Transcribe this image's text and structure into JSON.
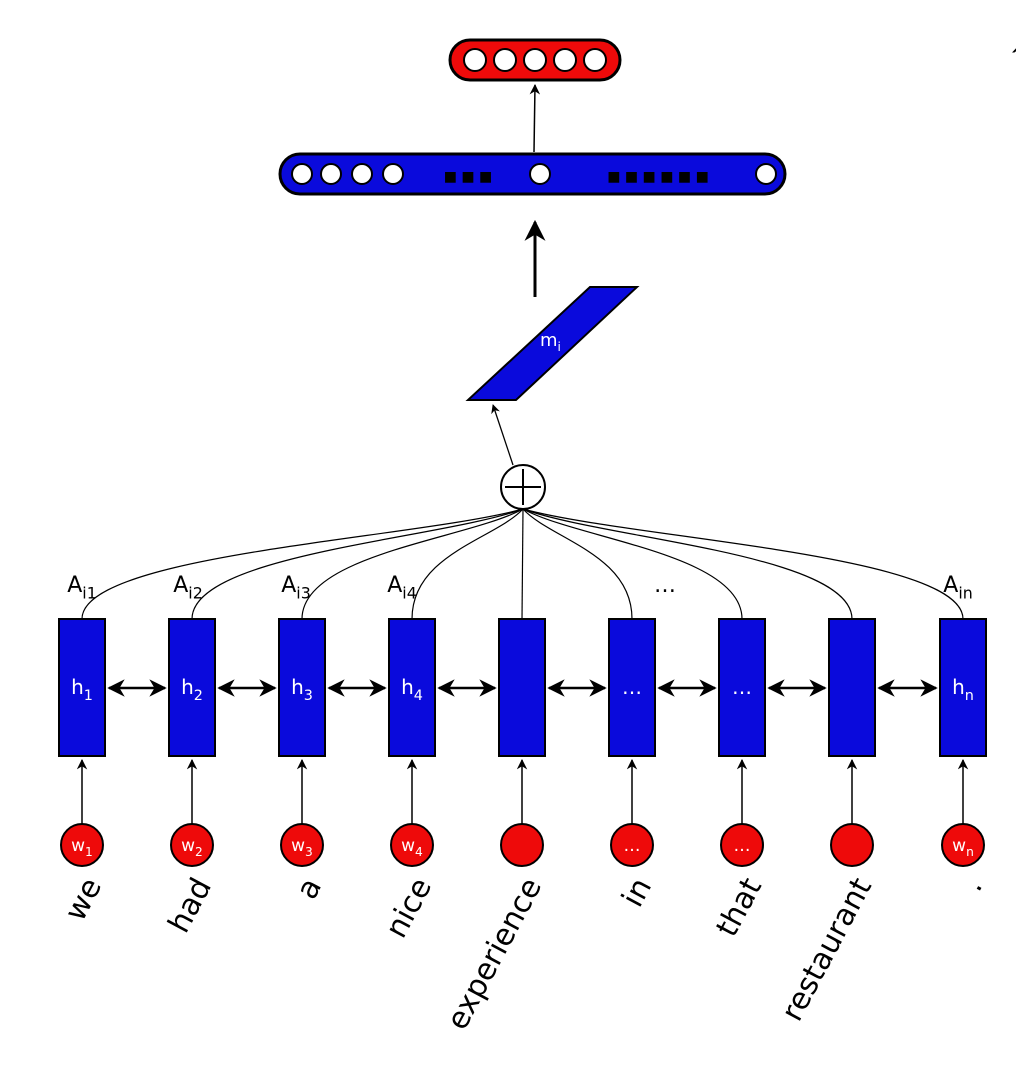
{
  "colors": {
    "hidden_fill": "#0a0adc",
    "word_fill": "#ee0a0a",
    "output_fill": "#ee0a0a",
    "stroke": "#000000",
    "node_fill": "#ffffff",
    "text_light": "#ffffff",
    "text_dark": "#000000"
  },
  "tokens": [
    "we",
    "had",
    "a",
    "nice",
    "experience",
    "in",
    "that",
    "restaurant",
    "."
  ],
  "hidden_states": [
    {
      "base": "h",
      "sub": "1"
    },
    {
      "base": "h",
      "sub": "2"
    },
    {
      "base": "h",
      "sub": "3"
    },
    {
      "base": "h",
      "sub": "4"
    },
    {
      "base": "",
      "sub": ""
    },
    {
      "base": "…",
      "sub": ""
    },
    {
      "base": "…",
      "sub": ""
    },
    {
      "base": "",
      "sub": ""
    },
    {
      "base": "h",
      "sub": "n"
    }
  ],
  "word_nodes": [
    {
      "base": "w",
      "sub": "1"
    },
    {
      "base": "w",
      "sub": "2"
    },
    {
      "base": "w",
      "sub": "3"
    },
    {
      "base": "w",
      "sub": "4"
    },
    {
      "base": "",
      "sub": ""
    },
    {
      "base": "…",
      "sub": ""
    },
    {
      "base": "…",
      "sub": ""
    },
    {
      "base": "",
      "sub": ""
    },
    {
      "base": "w",
      "sub": "n"
    }
  ],
  "attention_labels": [
    {
      "base": "A",
      "sub": "i1"
    },
    {
      "base": "A",
      "sub": "i2"
    },
    {
      "base": "A",
      "sub": "i3"
    },
    {
      "base": "A",
      "sub": "i4"
    },
    {
      "base": "",
      "sub": ""
    },
    {
      "base": "…",
      "sub": ""
    },
    {
      "base": "",
      "sub": ""
    },
    {
      "base": "",
      "sub": ""
    },
    {
      "base": "A",
      "sub": "in"
    }
  ],
  "sum_symbol": "+",
  "memory_label": {
    "base": "m",
    "sub": "i"
  },
  "concat_dots": "■ ■ ■",
  "concat_dots_right": "■ ■ ■ ■ ■ ■",
  "output_node_count": 5,
  "corner_mark": "^"
}
